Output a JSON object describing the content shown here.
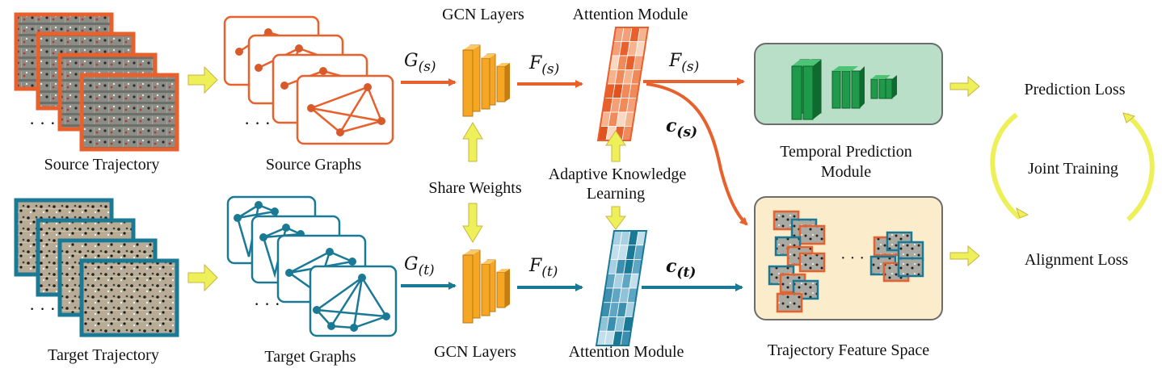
{
  "labels": {
    "source_trajectory": "Source Trajectory",
    "target_trajectory": "Target Trajectory",
    "source_graphs": "Source Graphs",
    "target_graphs": "Target Graphs",
    "gcn_top": "GCN Layers",
    "gcn_bottom": "GCN Layers",
    "attention_top": "Attention Module",
    "attention_bottom": "Attention Module",
    "share_weights": "Share Weights",
    "adaptive_line1": "Adaptive Knowledge",
    "adaptive_line2": "Learning",
    "temporal_line1": "Temporal Prediction",
    "temporal_line2": "Module",
    "feature_space": "Trajectory Feature Space",
    "prediction_loss": "Prediction Loss",
    "alignment_loss": "Alignment Loss",
    "joint_training": "Joint Training",
    "ellipsis": "·  ·  ·",
    "dots": "· · ·"
  },
  "math": {
    "g_source": {
      "base": "G",
      "sub": "(s)"
    },
    "g_target": {
      "base": "G",
      "sub": "(t)"
    },
    "f_source_1": {
      "base": "F",
      "sub": "(s)"
    },
    "f_source_2": {
      "base": "F",
      "sub": "(s)"
    },
    "f_target": {
      "base": "F",
      "sub": "(t)"
    },
    "c_source": {
      "base": "c",
      "sub": "(s)"
    },
    "c_target": {
      "base": "c",
      "sub": "(t)"
    }
  },
  "colors": {
    "source": "#e8602c",
    "target": "#1a7a96",
    "gcn": "#f5a623",
    "yellow_arrow": "#eef05a",
    "temporal_bg": "#b9dfc8",
    "feature_bg": "#fbeccc",
    "temporal_block": "#1f9a4a"
  }
}
